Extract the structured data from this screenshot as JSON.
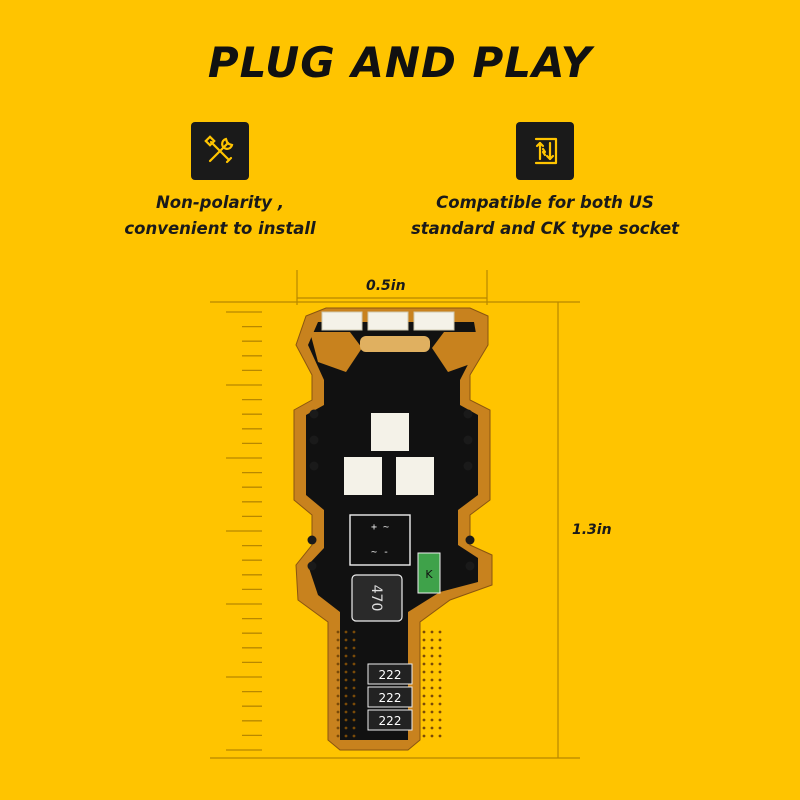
{
  "title": "PLUG AND PLAY",
  "features": [
    {
      "icon": "tools-icon",
      "text": "Non-polarity ,\nconvenient to install"
    },
    {
      "icon": "socket-swap-icon",
      "text": "Compatible for both US\nstandard and CK type socket"
    }
  ],
  "dimensions": {
    "width": "0.5in",
    "height": "1.3in"
  },
  "component_labels": {
    "inductor": "470",
    "diode": "K",
    "resistor": "222"
  },
  "colors": {
    "background": "#FFC400",
    "dark": "#1a1a1a",
    "pcb": "#C8821E",
    "led": "#F4F2E8"
  }
}
